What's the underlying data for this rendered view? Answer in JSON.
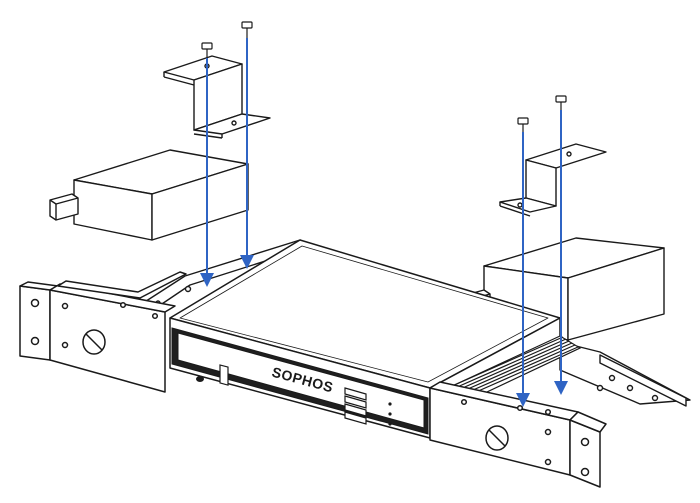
{
  "diagram": {
    "brand_label": "SOPHOS",
    "colors": {
      "line": "#1a1a1a",
      "arrow": "#2f64c4",
      "fill": "#ffffff",
      "vent": "#1a1a1a",
      "front_panel": "#1f1f1f"
    },
    "parts": [
      "rack-ear-left",
      "rack-ear-right",
      "appliance-chassis",
      "power-supply-left",
      "power-supply-right",
      "bracket-left",
      "bracket-right",
      "screw",
      "install-arrow"
    ],
    "screw_count": 4,
    "arrow_count": 4
  }
}
